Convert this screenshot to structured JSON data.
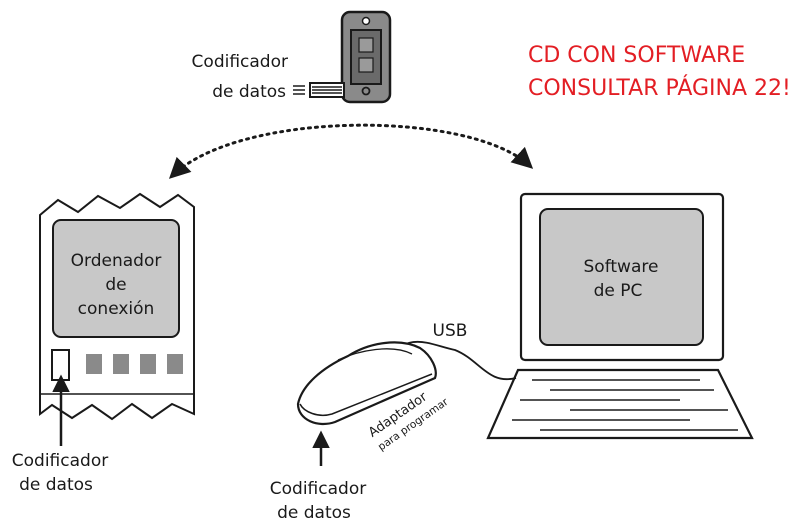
{
  "callout": {
    "line1": "CD CON SOFTWARE",
    "line2": "CONSULTAR PÁGINA 22!",
    "color": "#e31e24"
  },
  "top_encoder": {
    "label_line1": "Codificador",
    "label_line2": "de datos"
  },
  "computer": {
    "label_line1": "Ordenador",
    "label_line2": "de",
    "label_line3": "conexión"
  },
  "left_encoder": {
    "label_line1": "Codificador",
    "label_line2": "de datos"
  },
  "adapter": {
    "name": "Adaptador",
    "subtitle": "para programar"
  },
  "bottom_encoder": {
    "label_line1": "Codificador",
    "label_line2": "de datos"
  },
  "cable_label": "USB",
  "pc": {
    "label_line1": "Software",
    "label_line2": "de PC"
  },
  "colors": {
    "stroke": "#1a1a1a",
    "screen_fill": "#c8c8c8",
    "device_fill": "#8a8a8a"
  }
}
